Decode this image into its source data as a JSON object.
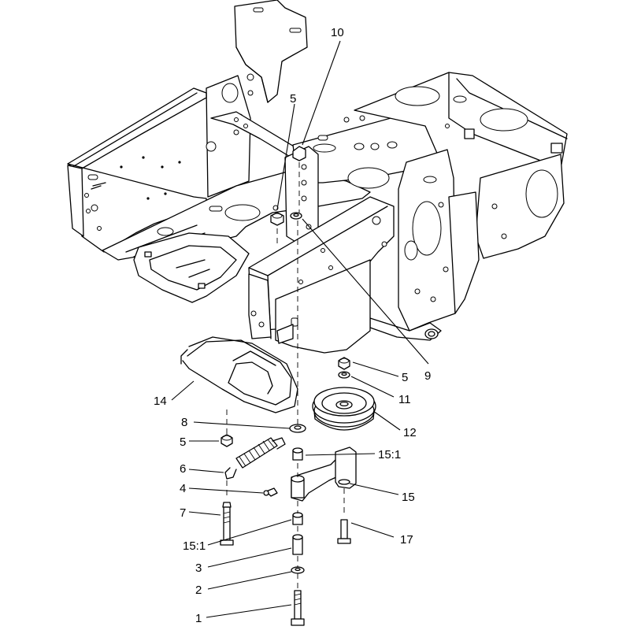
{
  "callouts": [
    {
      "id": "c10",
      "label": "10"
    },
    {
      "id": "c5a",
      "label": "5"
    },
    {
      "id": "c9",
      "label": "9"
    },
    {
      "id": "c5b",
      "label": "5"
    },
    {
      "id": "c11",
      "label": "11"
    },
    {
      "id": "c14",
      "label": "14"
    },
    {
      "id": "c12",
      "label": "12"
    },
    {
      "id": "c8",
      "label": "8"
    },
    {
      "id": "c5c",
      "label": "5"
    },
    {
      "id": "c151a",
      "label": "15:1"
    },
    {
      "id": "c6",
      "label": "6"
    },
    {
      "id": "c4",
      "label": "4"
    },
    {
      "id": "c15",
      "label": "15"
    },
    {
      "id": "c7",
      "label": "7"
    },
    {
      "id": "c151b",
      "label": "15:1"
    },
    {
      "id": "c17",
      "label": "17"
    },
    {
      "id": "c3",
      "label": "3"
    },
    {
      "id": "c2",
      "label": "2"
    },
    {
      "id": "c1",
      "label": "1"
    }
  ]
}
